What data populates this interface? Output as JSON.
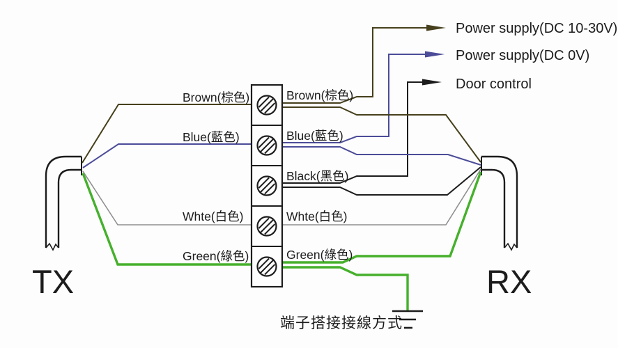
{
  "diagram": {
    "caption": "端子搭接接線方式",
    "devices": {
      "tx": "TX",
      "rx": "RX"
    },
    "terminal_labels_left": {
      "brown": "Brown(棕色)",
      "blue": "Blue(藍色)",
      "white": "Whte(白色)",
      "green": "Green(綠色)"
    },
    "terminal_labels_right": {
      "brown": "Brown(棕色)",
      "blue": "Blue(藍色)",
      "black": "Black(黑色)",
      "white": "Whte(白色)",
      "green": "Green(綠色)"
    },
    "outputs": {
      "power_supply_positive": "Power supply(DC 10-30V)",
      "power_supply_negative": "Power supply(DC 0V)",
      "door_control": "Door control"
    },
    "terminal_count": "5"
  },
  "colors": {
    "brown": "#46401c",
    "blue": "#4c4c99",
    "black": "#1c1c1c",
    "white": "#8f8f8f",
    "green": "#46b02c",
    "ink": "#1c1c1c",
    "bg": "#fdfdfd"
  }
}
